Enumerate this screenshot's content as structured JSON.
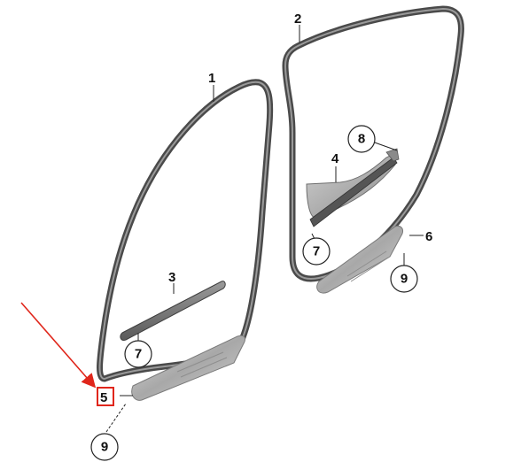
{
  "diagram": {
    "labels": {
      "p1": "1",
      "p2": "2",
      "p3": "3",
      "p4": "4",
      "p5": "5",
      "p6": "6",
      "p7a": "7",
      "p7b": "7",
      "p8": "8",
      "p9a": "9",
      "p9b": "9"
    },
    "colors": {
      "seal_outer": "#4a4a4a",
      "seal_inner": "#9a9a9a",
      "trim_fill": "#b9b9b9",
      "trim_dark": "#6e6e6e",
      "callout_stroke": "#222222",
      "highlight_box": "#e0261b",
      "pointer_arrow": "#e0261b"
    },
    "highlight": "5"
  }
}
